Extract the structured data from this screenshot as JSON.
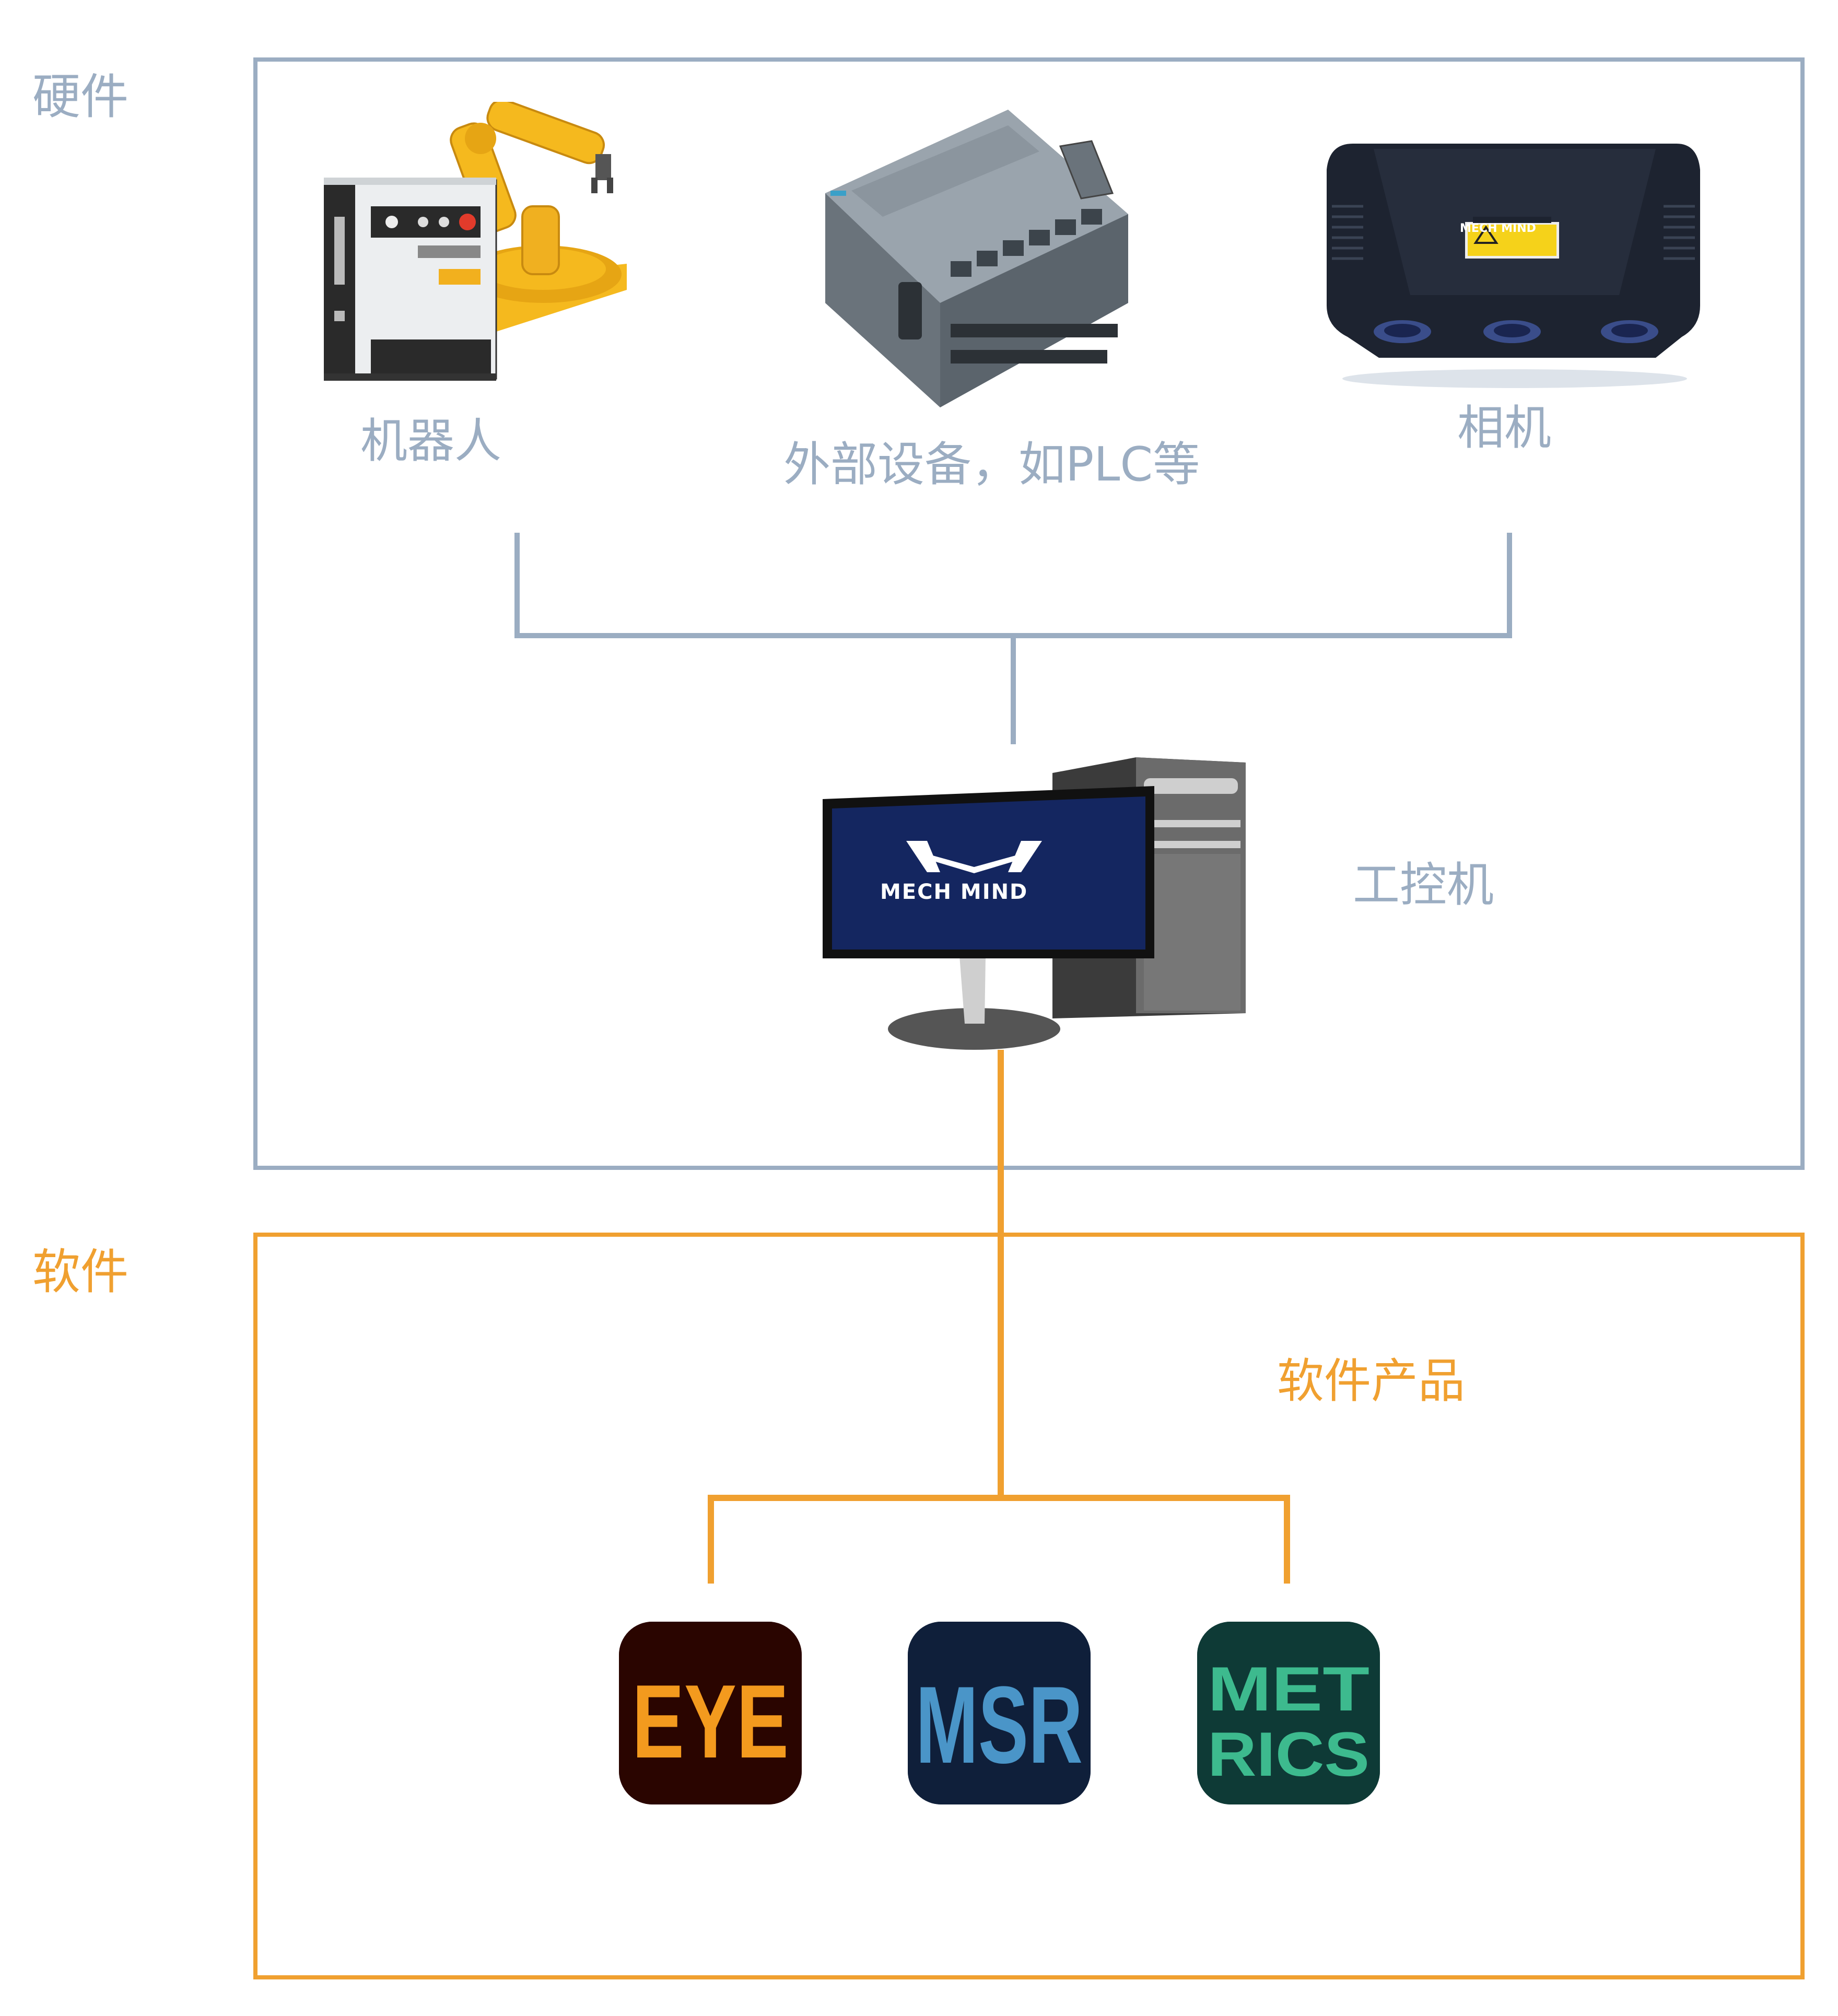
{
  "hardware": {
    "section_label": "硬件",
    "robot_label": "机器人",
    "plc_label": "外部设备，如PLC等",
    "camera_label": "相机",
    "ipc_label": "工控机",
    "brand_text": "MECH MIND"
  },
  "software": {
    "section_label": "软件",
    "products_label": "软件产品",
    "apps": [
      {
        "icon": "eye-app-icon",
        "text_top": "EYE"
      },
      {
        "icon": "msr-app-icon",
        "text_top": "MSR"
      },
      {
        "icon": "metrics-app-icon",
        "text_top": "MET",
        "text_bottom": "RICS"
      }
    ]
  },
  "colors": {
    "hardware": "#9badc2",
    "software": "#f0a030"
  }
}
